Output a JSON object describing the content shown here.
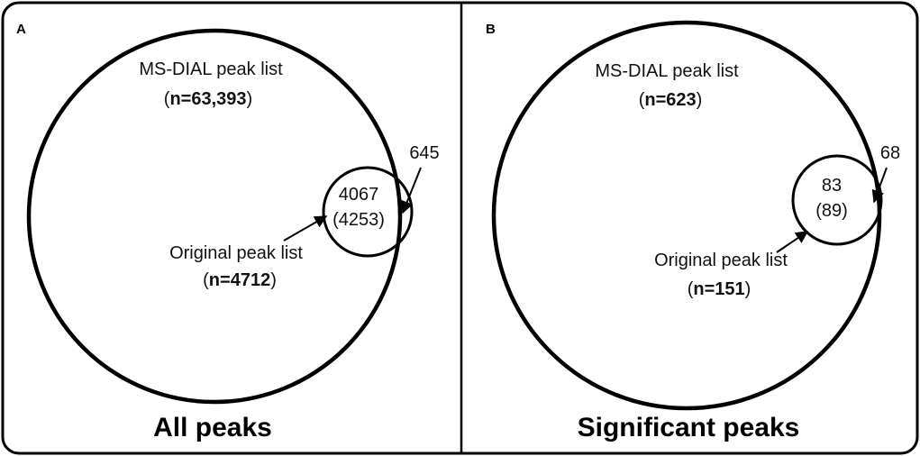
{
  "panels": [
    {
      "letter": "A",
      "big_set": {
        "label": "MS-DIAL peak list",
        "count_prefix": "(",
        "count": "n=63,393",
        "count_suffix": ")"
      },
      "small_set": {
        "label": "Original peak list",
        "count_prefix": "(",
        "count": "n=4712",
        "count_suffix": ")"
      },
      "overlap_value": "4067",
      "overlap_paren": "(4253)",
      "unique_small": "645",
      "caption": "All peaks"
    },
    {
      "letter": "B",
      "big_set": {
        "label": "MS-DIAL peak list",
        "count_prefix": "(",
        "count": "n=623",
        "count_suffix": ")"
      },
      "small_set": {
        "label": "Original peak list",
        "count_prefix": "(",
        "count": "n=151",
        "count_suffix": ")"
      },
      "overlap_value": "83",
      "overlap_paren": "(89)",
      "unique_small": "68",
      "caption": "Significant peaks"
    }
  ],
  "colors": {
    "stroke": "#000000",
    "background": "#ffffff"
  }
}
